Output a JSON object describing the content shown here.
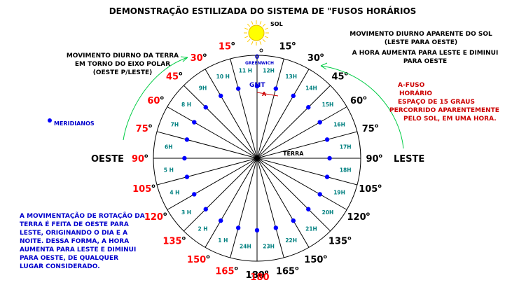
{
  "title": "DEMONSTRAÇÃO ESTILIZADA DO SISTEMA DE \"FUSOS HORÁRIOS",
  "sun_label": "SOL",
  "earth_label": "TERRA",
  "west_label": "OESTE",
  "east_label": "LESTE",
  "gmt_label": "GMT",
  "greenwich_label": "GREENWICH",
  "fuso_marker": "A",
  "zero_label": "0",
  "legend_meridians": "MERIDIANOS",
  "note_apparent_motion": [
    "MOVIMENTO DIURNO APARENTE DO SOL",
    "(LESTE PARA OESTE)"
  ],
  "note_hour_direction": [
    "A HORA AUMENTA PARA LESTE E DIMINUI",
    "PARA OESTE"
  ],
  "note_earth_rotation": [
    "MOVIMENTO DIURNO DA TERRA",
    "EM TORNO DO EIXO POLAR",
    "(OESTE P/LESTE)"
  ],
  "note_fuso": [
    "A-FUSO",
    "HORÁRIO",
    "ESPAÇO DE 15 GRAUS",
    "PERCORRIDO APARENTEMENTE",
    "PELO SOL, EM UMA HORA."
  ],
  "note_rotation": [
    "A MOVIMENTAÇÃO DE ROTAÇÃO DA",
    "TERRA É FEITA DE OESTE PARA",
    "LESTE, ORIGINANDO O DIA E A",
    "NOITE. DESSA FORMA, A HORA",
    "AUMENTA PARA LESTE E DIMINUI",
    "PARA OESTE, DE QUALQUER",
    "LUGAR CONSIDERADO."
  ],
  "hours_west": [
    "11 H",
    "10 H",
    "9H",
    "8 H",
    "7H",
    "6H",
    "5 H",
    "4 H",
    "3 H",
    "2 H",
    "1 H"
  ],
  "hours_east": [
    "12H",
    "13H",
    "14H",
    "15H",
    "16H",
    "17H",
    "18H",
    "19H",
    "20H",
    "21H",
    "22H",
    "23H",
    "24H"
  ],
  "degrees_west": [
    "15",
    "30",
    "45",
    "60",
    "75",
    "90",
    "105",
    "120",
    "135",
    "150",
    "165",
    "180"
  ],
  "degrees_east": [
    "15",
    "30",
    "45",
    "60",
    "75",
    "90",
    "105",
    "120",
    "135",
    "150",
    "165",
    "180"
  ],
  "degree_mark": "o",
  "colors": {
    "title": "#000000",
    "hour_text": "#008080",
    "west_degrees": "#ff0000",
    "east_degrees": "#000000",
    "dots": "#0000ff",
    "arrows": "#00cc44",
    "sun": "#ffff00",
    "blue_text": "#0000cc",
    "red_text": "#cc0000"
  }
}
